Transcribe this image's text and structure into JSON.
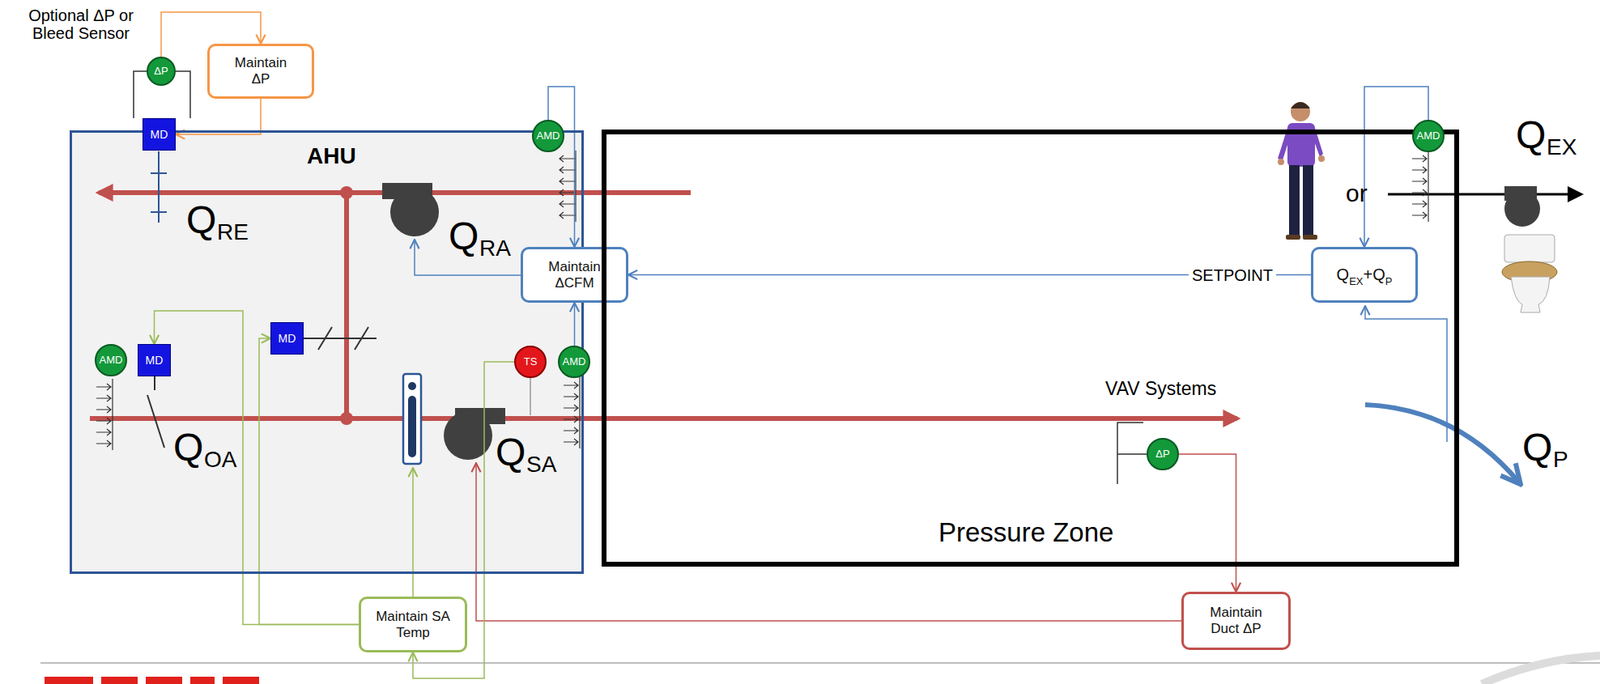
{
  "diagram": {
    "nodes": [
      {
        "text": [
          "AHU"
        ]
      },
      {
        "text": [
          "ΔP"
        ]
      },
      {
        "text": [
          "Maintain ΔP"
        ]
      },
      {
        "text": [
          "MD"
        ]
      },
      {
        "text": [
          "AMD"
        ],
        "in": 0
      },
      {
        "text": [
          "Maintain ΔCFM"
        ]
      },
      {
        "text": [
          "AMD"
        ],
        "in": 0
      },
      {
        "text": [
          "MD"
        ],
        "in": 0
      },
      {
        "text": [
          "MD"
        ],
        "in": 0
      },
      {
        "text": [
          "TS"
        ],
        "in": 0
      },
      {
        "text": [
          "AMD"
        ],
        "in": 0
      },
      {
        "text": [
          "Pressure Zone"
        ]
      },
      {
        "text": [
          "ΔP"
        ],
        "in": 11
      },
      {
        "text": [
          "Q",
          "EX",
          "+Q",
          "P"
        ],
        "in": 11
      },
      {
        "text": [
          "AMD"
        ],
        "in": 11
      },
      {
        "text": [
          "Maintain SA Temp"
        ]
      },
      {
        "text": [
          "Maintain Duct ΔP"
        ]
      }
    ],
    "edges": [
      {
        "from": 1,
        "to": 2,
        "arrow": "to"
      },
      {
        "from": 2,
        "to": 3,
        "arrow": "to"
      },
      {
        "from": 4,
        "to": 5,
        "arrow": "to"
      },
      {
        "from": 10,
        "to": 5,
        "arrow": "to"
      },
      {
        "from": 13,
        "to": 5,
        "label": "SETPOINT",
        "arrow": "to"
      },
      {
        "from": 14,
        "to": 13,
        "arrow": "to"
      },
      {
        "from": 9,
        "to": 15,
        "arrow": "to"
      },
      {
        "from": 15,
        "to": 7,
        "arrow": "to"
      },
      {
        "from": 15,
        "to": 8,
        "arrow": "to"
      },
      {
        "from": 12,
        "to": 16,
        "arrow": "to"
      }
    ],
    "labels": [
      "Optional ΔP or Bleed Sensor",
      "Q",
      "RE",
      "Q",
      "RA",
      "Q",
      "OA",
      "Q",
      "SA",
      "VAV Systems",
      "or",
      "Q",
      "EX",
      "Q",
      "P"
    ]
  }
}
